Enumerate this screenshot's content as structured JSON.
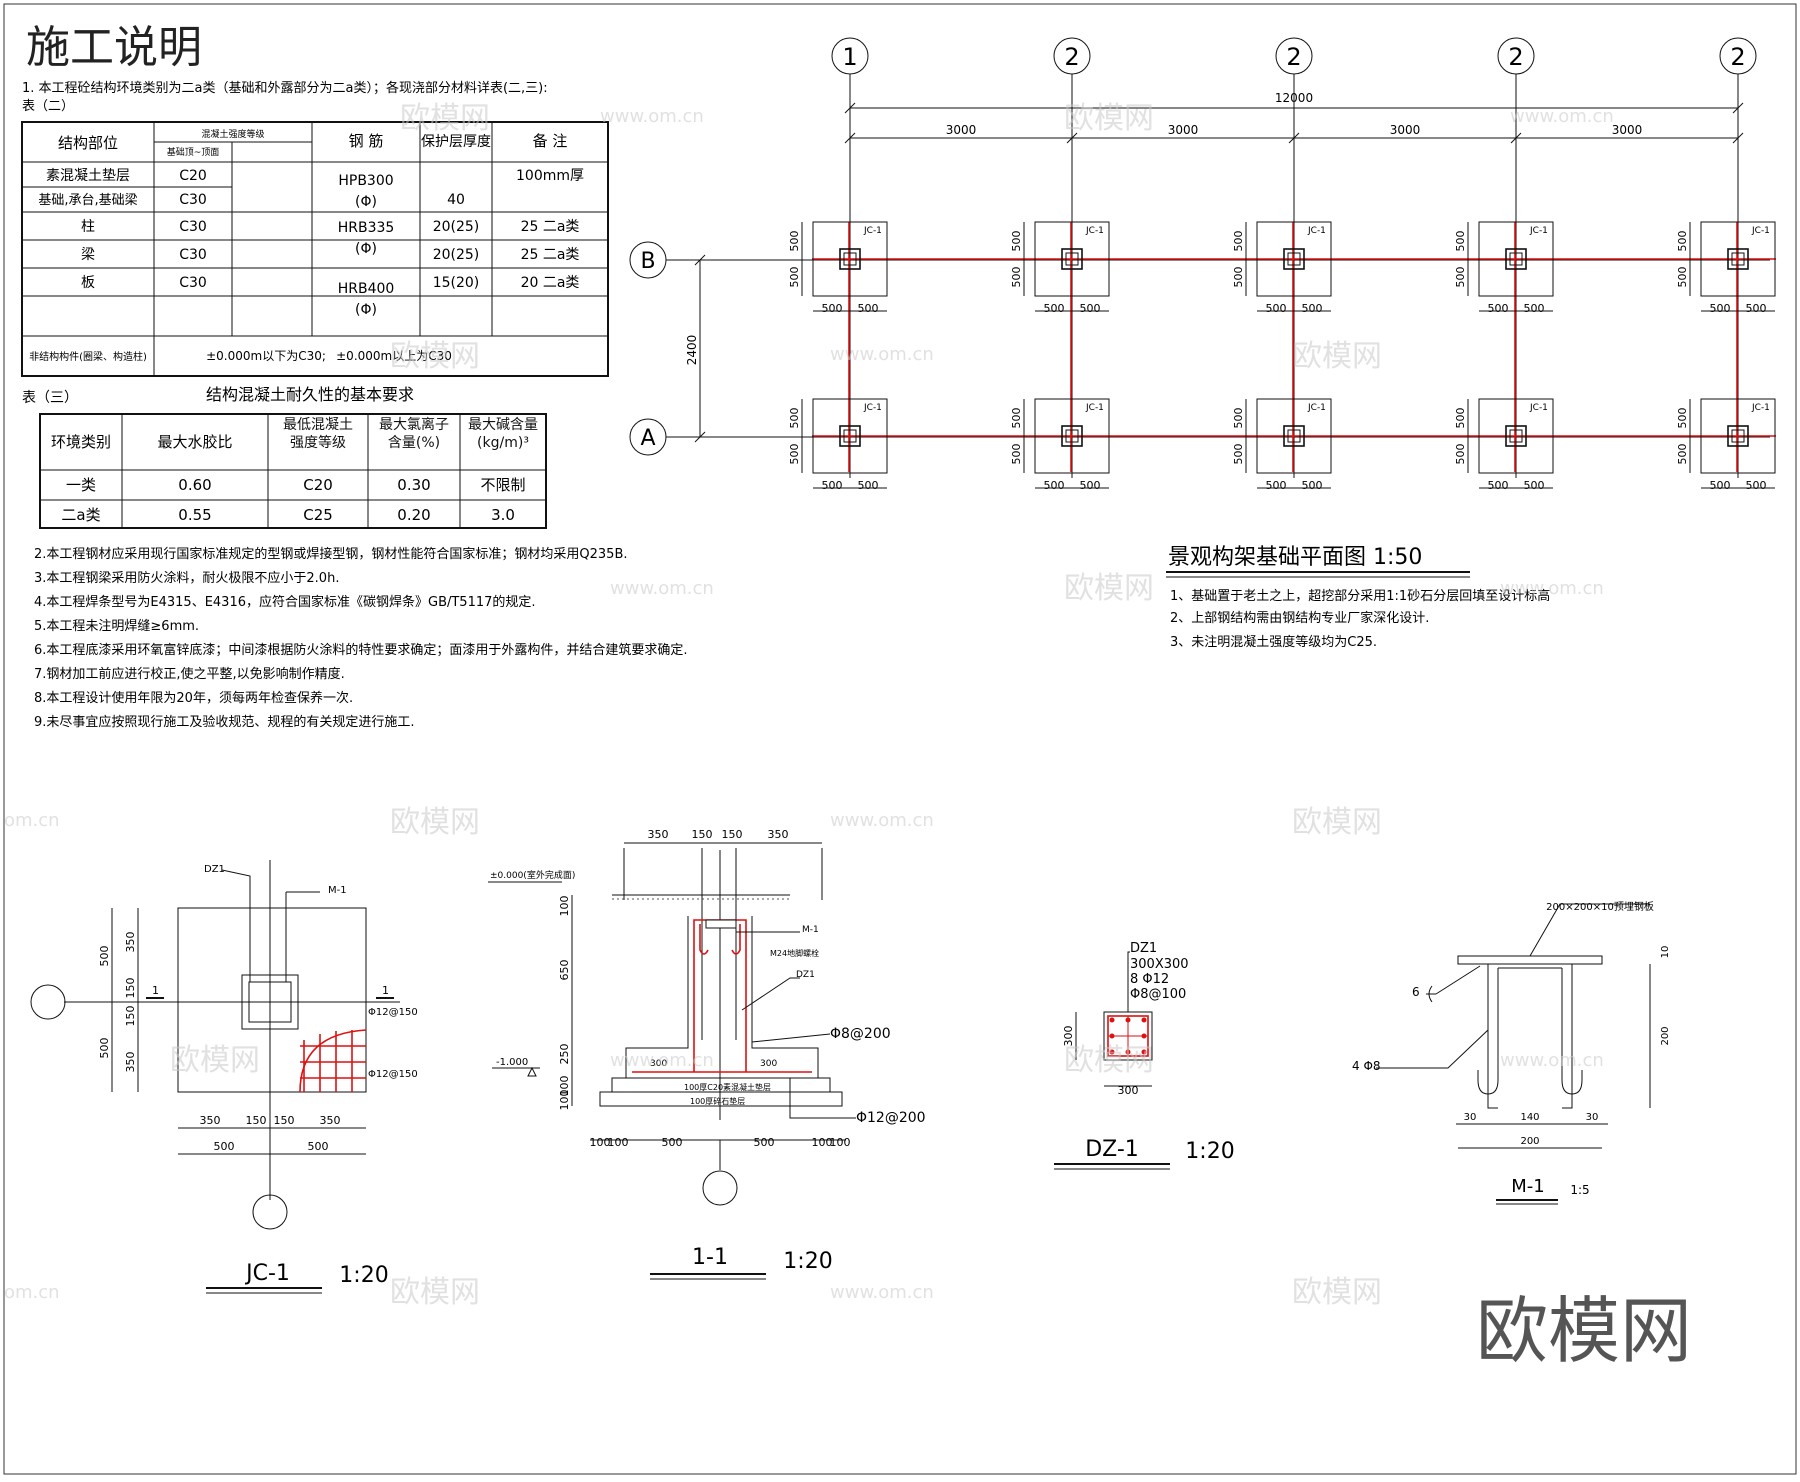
{
  "title": "施工说明",
  "intro_note": "1.    本工程砼结构环境类别为二a类（基础和外露部分为二a类）；各现浇部分材料详表(二,三):",
  "table2": {
    "caption": "表（二）",
    "headers": {
      "part": "结构部位",
      "grade": "混凝土强度等级",
      "grade_sub": "基础顶~顶面",
      "rebar": "钢  筋",
      "cover": "保护层厚度",
      "remark": "备  注"
    },
    "rows": [
      {
        "part": "素混凝土垫层",
        "grade": "C20",
        "cover": "",
        "remark": "100mm厚"
      },
      {
        "part": "基础,承台,基础梁",
        "grade": "C30",
        "cover": "40",
        "remark": ""
      },
      {
        "part": "柱",
        "grade": "C30",
        "cover": "20(25)",
        "remark": "25 二a类"
      },
      {
        "part": "梁",
        "grade": "C30",
        "cover": "20(25)",
        "remark": "25 二a类"
      },
      {
        "part": "板",
        "grade": "C30",
        "cover": "15(20)",
        "remark": "20 二a类"
      }
    ],
    "rebar_lines": [
      "HPB300",
      "(Φ)",
      "HRB335",
      "(Φ)",
      "HRB400",
      "(Φ)"
    ],
    "footer_label": "非结构构件(圈梁、构造柱)",
    "footer_text1": "±0.000m以下为C30;",
    "footer_text2": "±0.000m以上为C30"
  },
  "table3": {
    "caption": "表（三）",
    "title": "结构混凝土耐久性的基本要求",
    "headers": [
      "环境类别",
      "最大水胶比",
      "最低混凝土强度等级",
      "最大氯离子含量(%)",
      "最大碱含量(kg/m)³"
    ],
    "rows": [
      [
        "一类",
        "0.60",
        "C20",
        "0.30",
        "不限制"
      ],
      [
        "二a类",
        "0.55",
        "C25",
        "0.20",
        "3.0"
      ]
    ]
  },
  "notes": [
    "2.本工程钢材应采用现行国家标准规定的型钢或焊接型钢，钢材性能符合国家标准；钢材均采用Q235B.",
    "3.本工程钢梁采用防火涂料，耐火极限不应小于2.0h.",
    "4.本工程焊条型号为E4315、E4316，应符合国家标准《碳钢焊条》GB/T5117的规定.",
    "5.本工程未注明焊缝≥6mm.",
    "6.本工程底漆采用环氧富锌底漆；中间漆根据防火涂料的特性要求确定；面漆用于外露构件，并结合建筑要求确定.",
    "7.钢材加工前应进行校正,使之平整,以免影响制作精度.",
    "8.本工程设计使用年限为20年，须每两年检查保养一次.",
    "9.未尽事宜应按照现行施工及验收规范、规程的有关规定进行施工."
  ],
  "plan": {
    "axis_labels": [
      "1",
      "2",
      "2",
      "2",
      "2"
    ],
    "row_labels": [
      "B",
      "A"
    ],
    "overall_dim": "12000",
    "span_dims": [
      "3000",
      "3000",
      "3000",
      "3000"
    ],
    "row_dim": "2400",
    "footing_label": "JC-1",
    "footing_dim": "500",
    "title": "景观构架基础平面图 1:50",
    "notes": [
      "1、基础置于老土之上，超挖部分采用1:1砂石分层回填至设计标高",
      "2、上部钢结构需由钢结构专业厂家深化设计.",
      "3、未注明混凝土强度等级均为C25."
    ]
  },
  "jc1": {
    "title": "JC-1",
    "scale": "1:20",
    "labels": [
      "DZ1",
      "M-1",
      "1",
      "1",
      "Φ12@150",
      "Φ12@150"
    ],
    "dims_v": [
      "500",
      "350",
      "150",
      "150",
      "500",
      "350"
    ],
    "dims_h": [
      "350",
      "150",
      "150",
      "350"
    ],
    "dims_h2": [
      "500",
      "500"
    ]
  },
  "sec11": {
    "title": "1-1",
    "scale": "1:20",
    "top_dims": [
      "350",
      "150",
      "150",
      "350"
    ],
    "level_top": "±0.000(室外完成面)",
    "level_bot": "-1.000",
    "v_dims": [
      "100",
      "650",
      "250",
      "100",
      "100"
    ],
    "labels": [
      "M-1",
      "M24地脚螺栓",
      "DZ1",
      "Φ8@200",
      "300",
      "300",
      "100厚C20素混凝土垫层",
      "100厚碎石垫层",
      "Φ12@200"
    ],
    "bot_dims": [
      "100",
      "100",
      "500",
      "500",
      "100",
      "100"
    ]
  },
  "dz1": {
    "title": "DZ-1",
    "scale": "1:20",
    "specs": [
      "DZ1",
      "300X300",
      "8 Φ12",
      "Φ8@100"
    ],
    "dim": "300"
  },
  "m1": {
    "title": "M-1",
    "scale": "1:5",
    "plate": "200×200×10预埋钢板",
    "weld": "6",
    "bars": "4 Φ8",
    "dims": [
      "10",
      "200",
      "30",
      "140",
      "30",
      "200"
    ]
  },
  "watermarks": {
    "brand": "欧模网",
    "url": "www.om.cn",
    "url_partial": "om.cn"
  }
}
